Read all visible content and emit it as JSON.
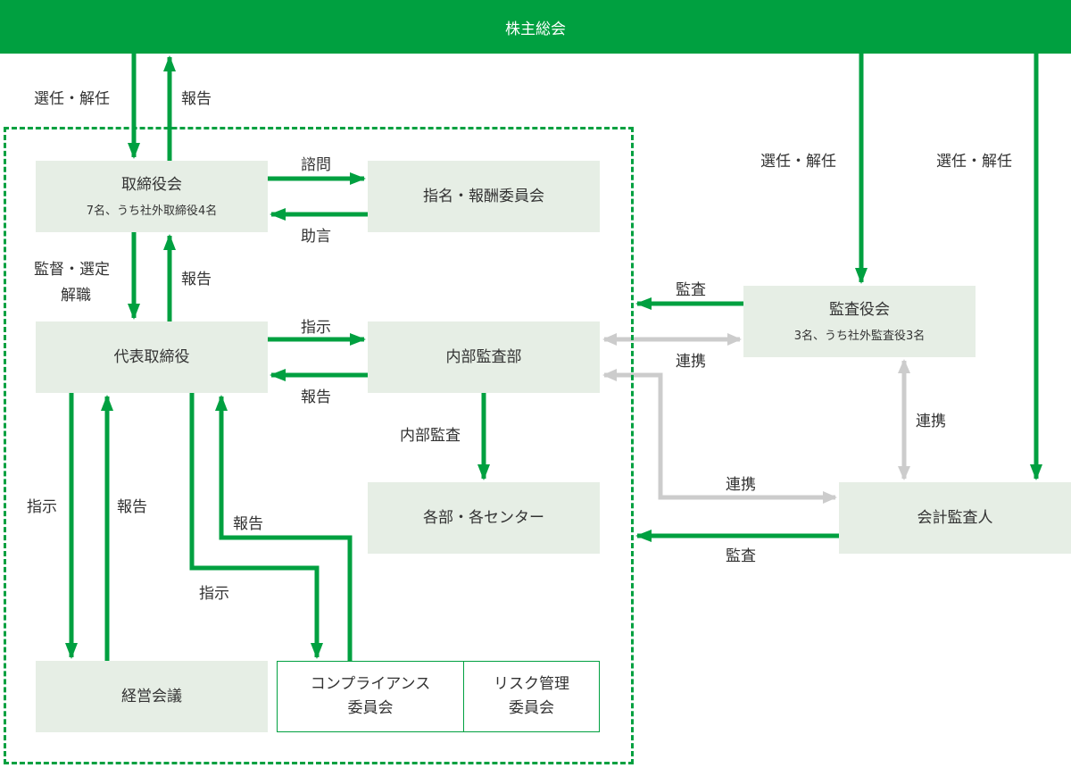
{
  "header": {
    "title": "株主総会"
  },
  "boxes": {
    "board": {
      "title": "取締役会",
      "sub": "7名、うち社外取締役4名"
    },
    "nomination": {
      "title": "指名・報酬委員会"
    },
    "ceo": {
      "title": "代表取締役"
    },
    "internal_audit": {
      "title": "内部監査部"
    },
    "departments": {
      "title": "各部・各センター"
    },
    "management_council": {
      "title": "経営会議"
    },
    "compliance": {
      "line1": "コンプライアンス",
      "line2": "委員会"
    },
    "risk": {
      "line1": "リスク管理",
      "line2": "委員会"
    },
    "audit_board": {
      "title": "監査役会",
      "sub": "3名、うち社外監査役3名"
    },
    "accounting_auditor": {
      "title": "会計監査人"
    }
  },
  "labels": {
    "elect_dismiss": "選任・解任",
    "report": "報告",
    "consult": "諮問",
    "advice": "助言",
    "supervise_select": "監督・選定",
    "dismiss": "解職",
    "instruct": "指示",
    "internal_audit": "内部監査",
    "audit": "監査",
    "cooperation": "連携"
  },
  "colors": {
    "green": "#00A040",
    "gray_arrow": "#CCCCCC",
    "box_bg": "#E6EEE5"
  }
}
